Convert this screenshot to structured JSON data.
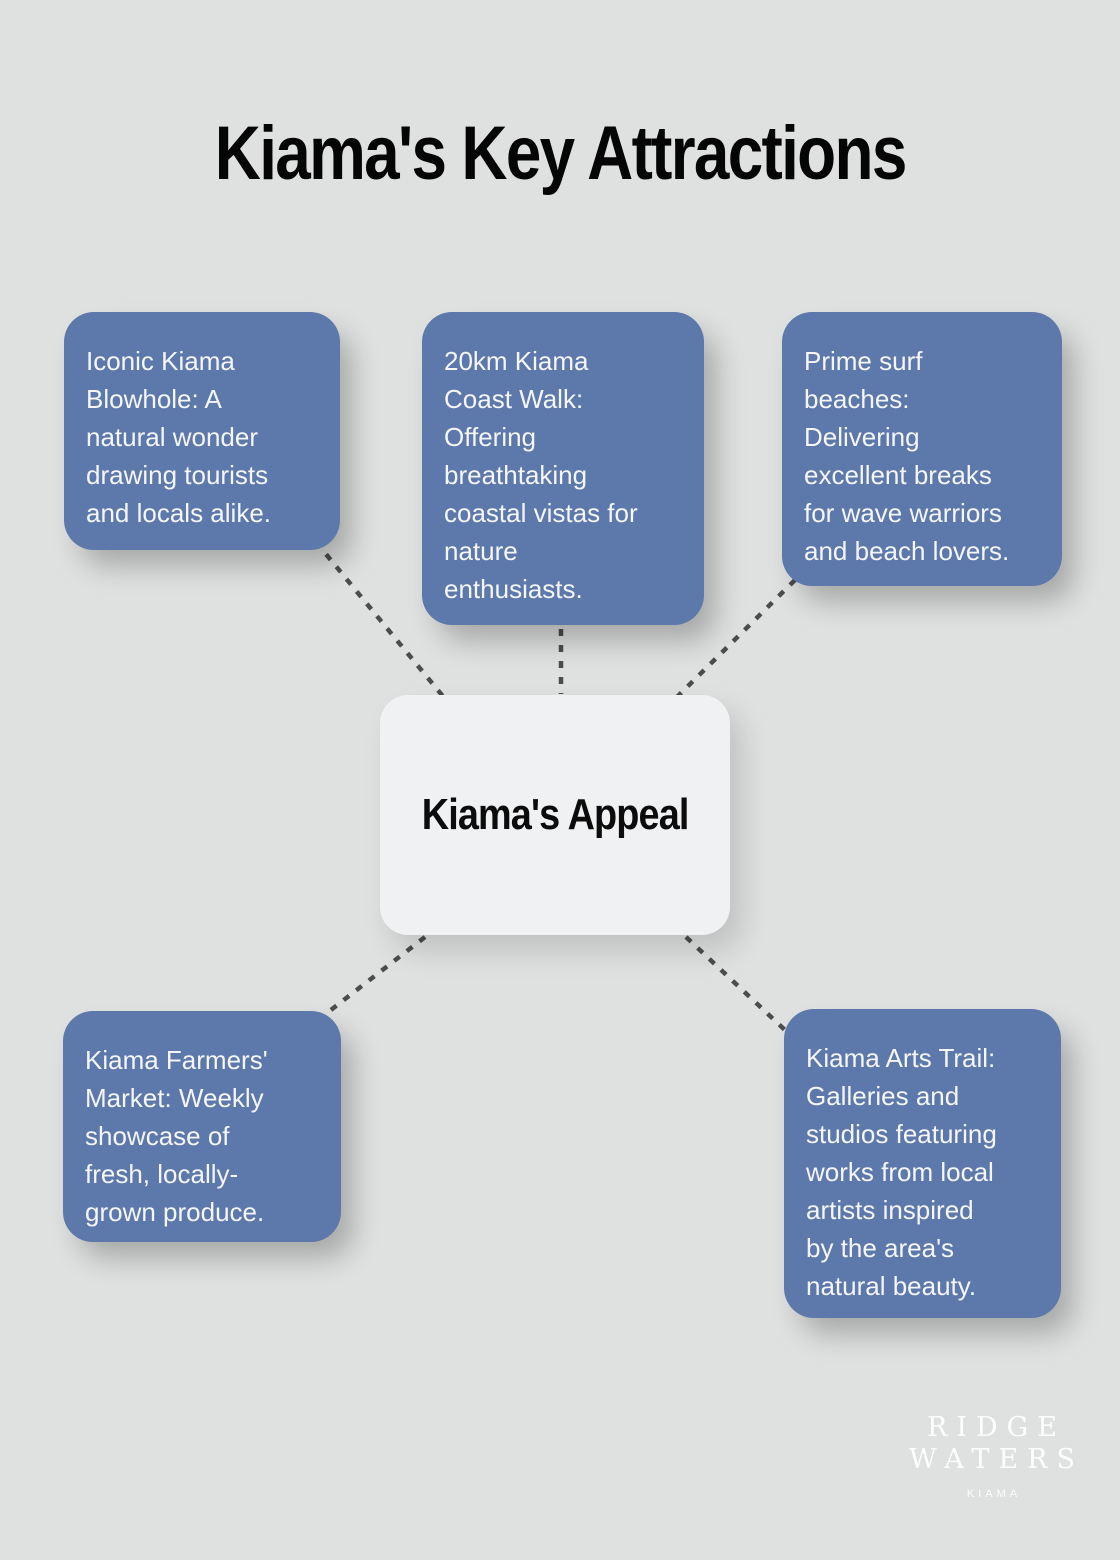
{
  "title": "Kiama's Key Attractions",
  "center": {
    "label": "Kiama's Appeal"
  },
  "cards": [
    {
      "id": "blowhole",
      "text": "Iconic Kiama\nBlowhole: A\nnatural wonder\ndrawing tourists\nand locals alike."
    },
    {
      "id": "coastwalk",
      "text": "20km Kiama\nCoast Walk:\nOffering\nbreathtaking\ncoastal vistas for\nnature\nenthusiasts."
    },
    {
      "id": "surf",
      "text": "Prime surf\nbeaches:\nDelivering\nexcellent breaks\nfor wave warriors\nand beach lovers."
    },
    {
      "id": "farmers",
      "text": "Kiama Farmers'\nMarket: Weekly\nshowcase of\nfresh, locally-\ngrown produce."
    },
    {
      "id": "arts",
      "text": "Kiama Arts Trail:\nGalleries and\nstudios featuring\nworks from local\nartists inspired\nby the area's\nnatural beauty."
    }
  ],
  "logo": {
    "line1": "RIDGE",
    "line2": "WATERS",
    "line3": "KIAMA"
  },
  "colors": {
    "background": "#dfe1e0",
    "card": "#5d78aa",
    "card_text": "#f4f6f8",
    "center_bg": "#f0f1f3",
    "center_text": "#0c0c0c",
    "connector": "#4c4c4c",
    "title": "#050505"
  }
}
